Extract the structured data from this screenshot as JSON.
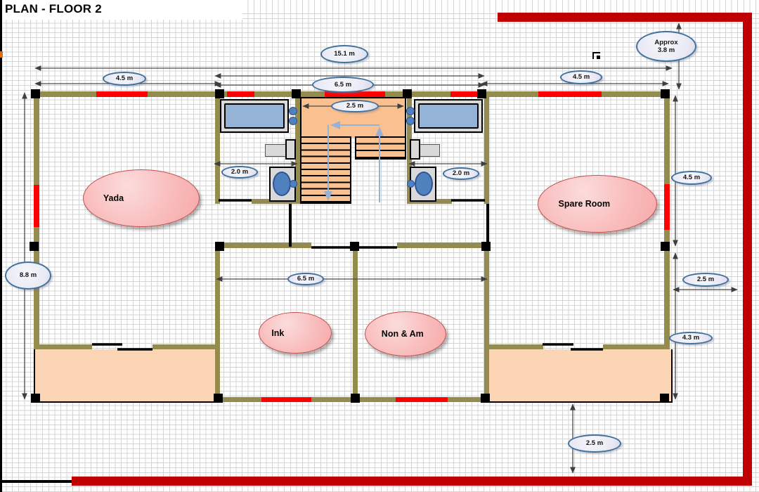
{
  "title": "PLAN - FLOOR 2",
  "rooms": {
    "yada": "Yada",
    "spare": "Spare Room",
    "ink": "Ink",
    "non_am": "Non & Am"
  },
  "dimensions": {
    "total_width": "15.1 m",
    "top_left_span": "4.5 m",
    "top_inner_span": "6.5 m",
    "stair_width": "2.5 m",
    "top_right_span": "4.5 m",
    "approx_line1": "Approx",
    "approx_line2": "3.8 m",
    "bath_left_width": "2.0 m",
    "bath_right_width": "2.0 m",
    "right_upper_height": "4.5 m",
    "left_height": "8.8 m",
    "mid_inner_span": "6.5 m",
    "right_setback": "2.5 m",
    "right_lower_height": "4.3 m",
    "bottom_setback": "2.5 m"
  },
  "colors": {
    "wall": "#948B4F",
    "window": "#FF0000",
    "boundary": "#C00000",
    "stairs": "#FAC090",
    "balcony": "#FCD5B4",
    "fixture_light": "#95B3D7",
    "fixture_dark": "#4F81BD",
    "callout_fill": "#E9E9F4",
    "callout_border": "#41719C",
    "room_fill": "#F7A8A8",
    "room_border": "#C0504D"
  }
}
